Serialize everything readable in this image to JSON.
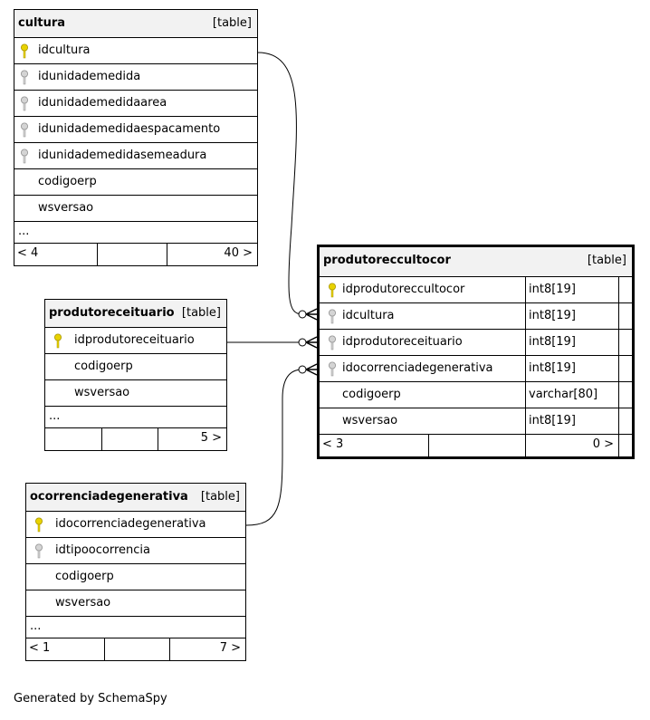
{
  "tables": {
    "cultura": {
      "name": "cultura",
      "kind": "[table]",
      "columns": [
        "idcultura",
        "idunidademedida",
        "idunidademedidaarea",
        "idunidademedidaespacamento",
        "idunidademedidasemeadura",
        "codigoerp",
        "wsversao"
      ],
      "ellipsis": "...",
      "parents": "< 4",
      "children": "40 >"
    },
    "produtoreceituario": {
      "name": "produtoreceituario",
      "kind": "[table]",
      "columns": [
        "idprodutoreceituario",
        "codigoerp",
        "wsversao"
      ],
      "ellipsis": "...",
      "children": "5 >"
    },
    "ocorrenciadegenerativa": {
      "name": "ocorrenciadegenerativa",
      "kind": "[table]",
      "columns": [
        "idocorrenciadegenerativa",
        "idtipoocorrencia",
        "codigoerp",
        "wsversao"
      ],
      "ellipsis": "...",
      "parents": "< 1",
      "children": "7 >"
    },
    "produtoreccultocor": {
      "name": "produtoreccultocor",
      "kind": "[table]",
      "columns": [
        {
          "name": "idprodutoreccultocor",
          "type": "int8[19]"
        },
        {
          "name": "idcultura",
          "type": "int8[19]"
        },
        {
          "name": "idprodutoreceituario",
          "type": "int8[19]"
        },
        {
          "name": "idocorrenciadegenerativa",
          "type": "int8[19]"
        },
        {
          "name": "codigoerp",
          "type": "varchar[80]"
        },
        {
          "name": "wsversao",
          "type": "int8[19]"
        }
      ],
      "parents": "< 3",
      "children": "0 >"
    }
  },
  "key_colors": {
    "primary": "#e8d200",
    "foreign": "#b4b4b4"
  },
  "caption": "Generated by SchemaSpy"
}
